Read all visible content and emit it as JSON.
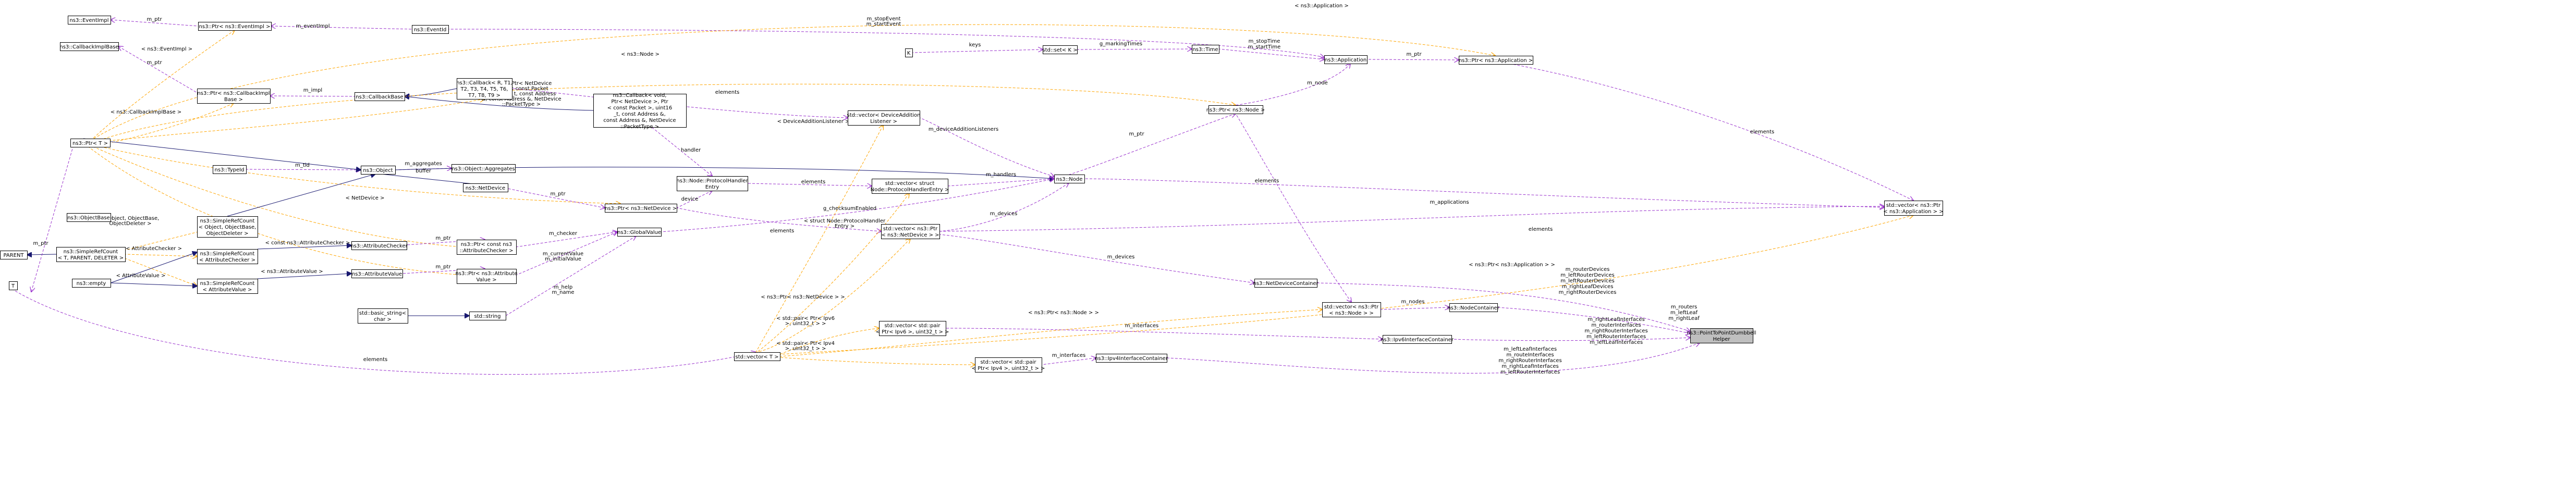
{
  "colors": {
    "solid": "#191970",
    "usage": "#9a32cd",
    "template": "#ffa500",
    "box_border": "#000000",
    "box_border_missing": "#ff0000",
    "box_fill": "#ffffff",
    "box_fill_highlight": "#bfbfbf"
  },
  "nodes": [
    {
      "id": "eventimpl",
      "lines": [
        "ns3::EventImpl"
      ],
      "style": "missing"
    },
    {
      "id": "callbackimplbase",
      "lines": [
        "ns3::CallbackImplBase"
      ],
      "style": "missing"
    },
    {
      "id": "ptr_eventimpl",
      "lines": [
        "ns3::Ptr< ns3::EventImpl >"
      ],
      "style": "normal"
    },
    {
      "id": "eventid",
      "lines": [
        "ns3::EventId"
      ],
      "style": "normal"
    },
    {
      "id": "ptr_callbackimplbase",
      "lines": [
        "ns3::Ptr< ns3::CallbackImpl",
        "Base >"
      ],
      "style": "normal"
    },
    {
      "id": "callbackbase",
      "lines": [
        "ns3::CallbackBase"
      ],
      "style": "normal"
    },
    {
      "id": "callback_t",
      "lines": [
        "ns3::Callback< R, T1,",
        "T2, T3, T4, T5, T6,",
        "T7, T8, T9 >"
      ],
      "style": "normal"
    },
    {
      "id": "callback_void",
      "lines": [
        "ns3::Callback< void,",
        "Ptr< NetDevice >, Ptr",
        "< const Packet >, uint16",
        "_t, const Address &,",
        "const Address &, NetDevice",
        "::PacketType >"
      ],
      "style": "normal"
    },
    {
      "id": "ptr_t",
      "lines": [
        "ns3::Ptr< T >"
      ],
      "style": "normal"
    },
    {
      "id": "typeid",
      "lines": [
        "ns3::TypeId"
      ],
      "style": "normal"
    },
    {
      "id": "object",
      "lines": [
        "ns3::Object"
      ],
      "style": "normal"
    },
    {
      "id": "objectaggregates",
      "lines": [
        "ns3::Object::Aggregates"
      ],
      "style": "normal"
    },
    {
      "id": "netdevice",
      "lines": [
        "ns3::NetDevice"
      ],
      "style": "normal"
    },
    {
      "id": "objectbase",
      "lines": [
        "ns3::ObjectBase"
      ],
      "style": "normal"
    },
    {
      "id": "srcount_object",
      "lines": [
        "ns3::SimpleRefCount",
        "< Object, ObjectBase,",
        "ObjectDeleter >"
      ],
      "style": "normal"
    },
    {
      "id": "srcount_t",
      "lines": [
        "ns3::SimpleRefCount",
        "< T, PARENT, DELETER >"
      ],
      "style": "normal"
    },
    {
      "id": "parent",
      "lines": [
        "PARENT"
      ],
      "style": "normal"
    },
    {
      "id": "t",
      "lines": [
        "T"
      ],
      "style": "normal"
    },
    {
      "id": "empty",
      "lines": [
        "ns3::empty"
      ],
      "style": "normal"
    },
    {
      "id": "srcount_checker",
      "lines": [
        "ns3::SimpleRefCount",
        "< AttributeChecker >"
      ],
      "style": "normal"
    },
    {
      "id": "srcount_value",
      "lines": [
        "ns3::SimpleRefCount",
        "< AttributeValue >"
      ],
      "style": "normal"
    },
    {
      "id": "attributechecker",
      "lines": [
        "ns3::AttributeChecker"
      ],
      "style": "normal"
    },
    {
      "id": "attributevalue",
      "lines": [
        "ns3::AttributeValue"
      ],
      "style": "normal"
    },
    {
      "id": "ptr_const_checker",
      "lines": [
        "ns3::Ptr< const ns3",
        "::AttributeChecker >"
      ],
      "style": "normal"
    },
    {
      "id": "ptr_attrvalue",
      "lines": [
        "ns3::Ptr< ns3::Attribute",
        "Value >"
      ],
      "style": "normal"
    },
    {
      "id": "basic_string",
      "lines": [
        "std::basic_string<",
        "char >"
      ],
      "style": "plain"
    },
    {
      "id": "std_string",
      "lines": [
        "std::string"
      ],
      "style": "normal"
    },
    {
      "id": "globalvalue",
      "lines": [
        "ns3::GlobalValue"
      ],
      "style": "normal"
    },
    {
      "id": "ptr_netdevice",
      "lines": [
        "ns3::Ptr< ns3::NetDevice >"
      ],
      "style": "normal"
    },
    {
      "id": "protocolhandlerentry",
      "lines": [
        "ns3::Node::ProtocolHandler",
        "Entry"
      ],
      "style": "normal"
    },
    {
      "id": "devaddlistener",
      "lines": [
        "std::vector< DeviceAddition",
        "Listener >"
      ],
      "style": "plain"
    },
    {
      "id": "vec_protohandler",
      "lines": [
        "std::vector< struct",
        "Node::ProtocolHandlerEntry >"
      ],
      "style": "normal"
    },
    {
      "id": "vec_ptr_netdevice",
      "lines": [
        "std::vector< ns3::Ptr",
        "< ns3::NetDevice > >"
      ],
      "style": "normal"
    },
    {
      "id": "vector_t",
      "lines": [
        "std::vector< T >"
      ],
      "style": "normal"
    },
    {
      "id": "vec_pair1",
      "lines": [
        "std::vector< std::pair",
        "< Ptr< Ipv6 >, uint32_t > >"
      ],
      "style": "plain"
    },
    {
      "id": "vec_pair2",
      "lines": [
        "std::vector< std::pair",
        "< Ptr< Ipv4 >, uint32_t > >"
      ],
      "style": "plain"
    },
    {
      "id": "k",
      "lines": [
        "K"
      ],
      "style": "plain"
    },
    {
      "id": "set_k",
      "lines": [
        "std::set< K >"
      ],
      "style": "plain"
    },
    {
      "id": "time",
      "lines": [
        "ns3::Time"
      ],
      "style": "normal"
    },
    {
      "id": "application",
      "lines": [
        "ns3::Application"
      ],
      "style": "normal"
    },
    {
      "id": "ptr_application",
      "lines": [
        "ns3::Ptr< ns3::Application >"
      ],
      "style": "normal"
    },
    {
      "id": "ptr_node",
      "lines": [
        "ns3::Ptr< ns3::Node >"
      ],
      "style": "normal"
    },
    {
      "id": "node",
      "lines": [
        "ns3::Node"
      ],
      "style": "normal"
    },
    {
      "id": "vec_ptr_application",
      "lines": [
        "std::vector< ns3::Ptr",
        "< ns3::Application > >"
      ],
      "style": "plain"
    },
    {
      "id": "netdevicecontainer",
      "lines": [
        "ns3::NetDeviceContainer"
      ],
      "style": "normal"
    },
    {
      "id": "vec_ptr_node",
      "lines": [
        "std::vector< ns3::Ptr",
        "< ns3::Node > >"
      ],
      "style": "plain"
    },
    {
      "id": "nodecontainer",
      "lines": [
        "ns3::NodeContainer"
      ],
      "style": "normal"
    },
    {
      "id": "ipv6interfacecontainer",
      "lines": [
        "ns3::Ipv6InterfaceContainer"
      ],
      "style": "normal"
    },
    {
      "id": "ipv4interfacecontainer",
      "lines": [
        "ns3::Ipv4InterfaceContainer"
      ],
      "style": "normal"
    },
    {
      "id": "dumbbell",
      "lines": [
        "ns3::PointToPointDumbbell",
        "Helper"
      ],
      "style": "highlight"
    }
  ],
  "edges": [
    {
      "id": "e1",
      "type": "usage",
      "labels": [
        "m_ptr"
      ]
    },
    {
      "id": "e2",
      "type": "usage",
      "labels": [
        "m_eventImpl"
      ]
    },
    {
      "id": "e3",
      "type": "usage",
      "labels": [
        "m_stopEvent",
        "m_startEvent"
      ]
    },
    {
      "id": "e4",
      "type": "usage",
      "labels": [
        "m_ptr"
      ]
    },
    {
      "id": "e5",
      "type": "usage",
      "labels": [
        "m_impl"
      ]
    },
    {
      "id": "e6",
      "type": "solid",
      "labels": []
    },
    {
      "id": "e7",
      "type": "solid",
      "labels": []
    },
    {
      "id": "e8",
      "type": "template",
      "labels": [
        "< ns3::EventImpl >"
      ]
    },
    {
      "id": "e9",
      "type": "template",
      "labels": [
        "< ns3::CallbackImplBase >"
      ]
    },
    {
      "id": "e10",
      "type": "template",
      "labels": [
        "< ns3::Application >"
      ]
    },
    {
      "id": "e11",
      "type": "template",
      "labels": [
        "< ns3::Node >"
      ]
    },
    {
      "id": "e12",
      "type": "template",
      "labels": [
        "< void, Ptr< NetDevice",
        ">, Ptr< const Packet",
        ">, uint16_t, const Address",
        "&, const Address &, NetDevice",
        "::PacketType >"
      ]
    },
    {
      "id": "e13",
      "type": "usage",
      "labels": [
        "m_tid"
      ]
    },
    {
      "id": "e14",
      "type": "usage",
      "labels": [
        "m_aggregates",
        "buffer"
      ]
    },
    {
      "id": "e15",
      "type": "solid",
      "labels": []
    },
    {
      "id": "e16",
      "type": "solid",
      "labels": []
    },
    {
      "id": "e17",
      "type": "solid",
      "labels": []
    },
    {
      "id": "e18",
      "type": "template",
      "labels": [
        "< NetDevice >"
      ]
    },
    {
      "id": "e19",
      "type": "template",
      "labels": [
        "< const ns3::AttributeChecker >"
      ]
    },
    {
      "id": "e20",
      "type": "template",
      "labels": [
        "< ns3::AttributeValue >"
      ]
    },
    {
      "id": "e21",
      "type": "solid",
      "labels": []
    },
    {
      "id": "e22",
      "type": "solid",
      "labels": []
    },
    {
      "id": "e23",
      "type": "template",
      "labels": [
        "< Object, ObjectBase,",
        "ObjectDeleter >"
      ]
    },
    {
      "id": "e24",
      "type": "template",
      "labels": [
        "< AttributeChecker >"
      ]
    },
    {
      "id": "e25",
      "type": "template",
      "labels": [
        "< AttributeValue >"
      ]
    },
    {
      "id": "e26",
      "type": "solid",
      "labels": []
    },
    {
      "id": "e27",
      "type": "solid",
      "labels": []
    },
    {
      "id": "e28",
      "type": "solid",
      "labels": []
    },
    {
      "id": "e29",
      "type": "usage",
      "labels": [
        "m_ptr"
      ]
    },
    {
      "id": "e30",
      "type": "solid",
      "labels": []
    },
    {
      "id": "e31",
      "type": "usage",
      "labels": [
        "m_ptr"
      ]
    },
    {
      "id": "e32",
      "type": "usage",
      "labels": [
        "m_ptr"
      ]
    },
    {
      "id": "e33",
      "type": "usage",
      "labels": [
        "m_checker"
      ]
    },
    {
      "id": "e34",
      "type": "usage",
      "labels": [
        "m_currentValue",
        "m_initialValue"
      ]
    },
    {
      "id": "e35",
      "type": "solid",
      "labels": []
    },
    {
      "id": "e36",
      "type": "usage",
      "labels": [
        "m_help",
        "m_name"
      ]
    },
    {
      "id": "e37",
      "type": "usage",
      "labels": [
        "m_ptr"
      ]
    },
    {
      "id": "e38",
      "type": "usage",
      "labels": [
        "handler"
      ]
    },
    {
      "id": "e39",
      "type": "usage",
      "labels": [
        "device"
      ]
    },
    {
      "id": "e40",
      "type": "usage",
      "labels": [
        "g_checksumEnabled"
      ]
    },
    {
      "id": "e41",
      "type": "usage",
      "labels": [
        "elements"
      ]
    },
    {
      "id": "e42",
      "type": "usage",
      "labels": [
        "elements"
      ]
    },
    {
      "id": "e43",
      "type": "usage",
      "labels": [
        "elements"
      ]
    },
    {
      "id": "e44",
      "type": "usage",
      "labels": [
        "elements"
      ]
    },
    {
      "id": "e45",
      "type": "usage",
      "labels": [
        "m_deviceAdditionListeners"
      ]
    },
    {
      "id": "e46",
      "type": "usage",
      "labels": [
        "m_handlers"
      ]
    },
    {
      "id": "e47",
      "type": "usage",
      "labels": [
        "m_devices"
      ]
    },
    {
      "id": "e48",
      "type": "usage",
      "labels": [
        "m_applications"
      ]
    },
    {
      "id": "e49",
      "type": "template",
      "labels": [
        "< DeviceAdditionListener >"
      ]
    },
    {
      "id": "e50",
      "type": "template",
      "labels": [
        "< struct Node::ProtocolHandler",
        "Entry >"
      ]
    },
    {
      "id": "e51",
      "type": "template",
      "labels": [
        "< ns3::Ptr< ns3::NetDevice > >"
      ]
    },
    {
      "id": "e52",
      "type": "template",
      "labels": [
        "< std::pair< Ptr< Ipv6",
        ">, uint32_t > >"
      ]
    },
    {
      "id": "e53",
      "type": "template",
      "labels": [
        "< std::pair< Ptr< Ipv4",
        ">, uint32_t > >"
      ]
    },
    {
      "id": "e54",
      "type": "template",
      "labels": [
        "< ns3::Ptr< ns3::Application > >"
      ]
    },
    {
      "id": "e55",
      "type": "template",
      "labels": [
        "< ns3::Ptr< ns3::Node > >"
      ]
    },
    {
      "id": "e56",
      "type": "usage",
      "labels": [
        "elements"
      ]
    },
    {
      "id": "e57",
      "type": "usage",
      "labels": [
        "keys"
      ]
    },
    {
      "id": "e58",
      "type": "usage",
      "labels": [
        "g_markingTimes"
      ]
    },
    {
      "id": "e59",
      "type": "usage",
      "labels": [
        "m_stopTime",
        "m_startTime"
      ]
    },
    {
      "id": "e60",
      "type": "usage",
      "labels": [
        "m_ptr"
      ]
    },
    {
      "id": "e61",
      "type": "usage",
      "labels": [
        "m_node"
      ]
    },
    {
      "id": "e62",
      "type": "usage",
      "labels": [
        "m_ptr"
      ]
    },
    {
      "id": "e63",
      "type": "usage",
      "labels": [
        "elements"
      ]
    },
    {
      "id": "e64",
      "type": "usage",
      "labels": [
        "elements"
      ]
    },
    {
      "id": "e65",
      "type": "usage",
      "labels": [
        "m_devices"
      ]
    },
    {
      "id": "e66",
      "type": "usage",
      "labels": [
        "m_nodes"
      ]
    },
    {
      "id": "e67",
      "type": "usage",
      "labels": [
        "m_interfaces"
      ]
    },
    {
      "id": "e68",
      "type": "usage",
      "labels": [
        "m_interfaces"
      ]
    },
    {
      "id": "e69",
      "type": "usage",
      "labels": [
        "m_routerDevices",
        "m_leftRouterDevices",
        "m_leftRouterDevices",
        "m_rightLeafDevices",
        "m_rightRouterDevices"
      ]
    },
    {
      "id": "e70",
      "type": "usage",
      "labels": [
        "m_routers",
        "m_leftLeaf",
        "m_rightLeaf"
      ]
    },
    {
      "id": "e71",
      "type": "usage",
      "labels": [
        "m_rightLeafInterfaces",
        "m_routerInterfaces",
        "m_rightRouterInterfaces",
        "m_leftRouterInterfaces",
        "m_leftLeafInterfaces"
      ]
    },
    {
      "id": "e72",
      "type": "usage",
      "labels": [
        "m_leftLeafInterfaces",
        "m_routeInterfaces",
        "m_rightRouterInterfaces",
        "m_rightLeafInterfaces",
        "m_leftRouterInterfaces"
      ]
    }
  ]
}
